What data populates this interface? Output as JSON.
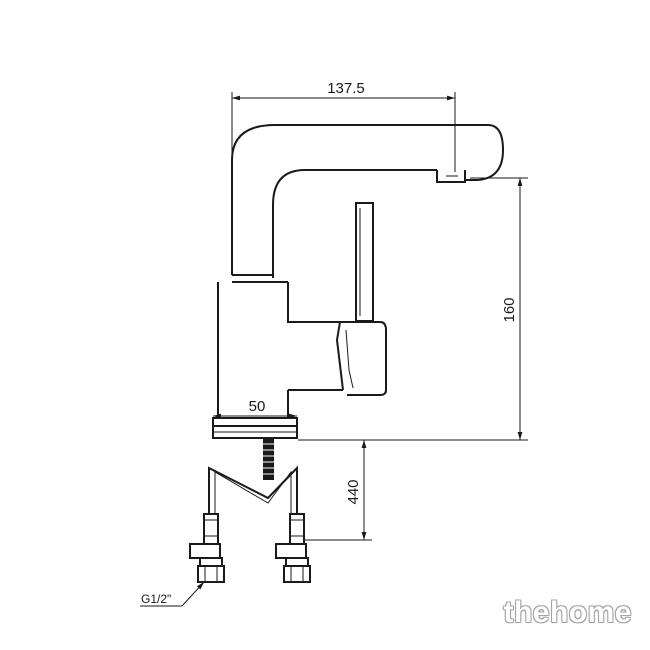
{
  "dimensions": {
    "spout_reach": "137.5",
    "height": "160",
    "base_width": "50",
    "hose_length": "440",
    "connection": "G1/2\""
  },
  "watermark": "thehome"
}
